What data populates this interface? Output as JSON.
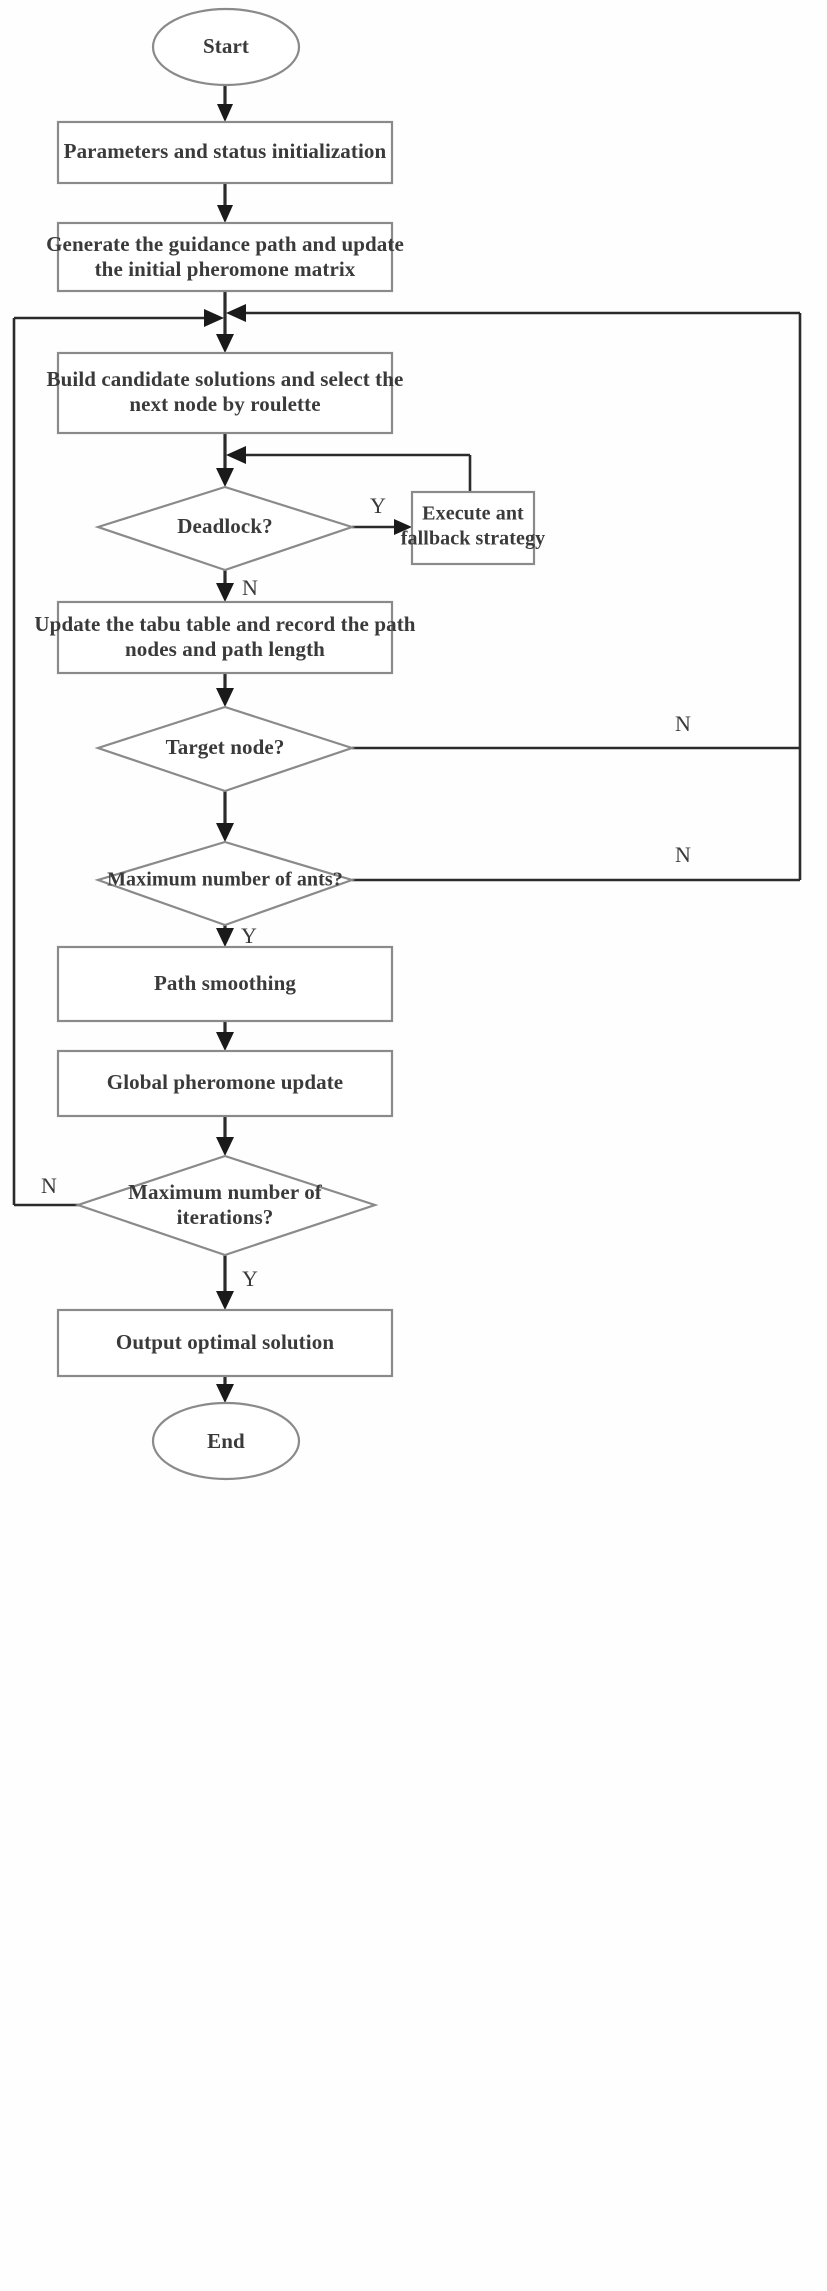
{
  "diagram": {
    "title": "Improved Ant Colony Path Planning Flowchart",
    "type": "flowchart",
    "colors": {
      "shape_stroke": "#8a8a8a",
      "shape_fill": "#ffffff",
      "edge": "#2b2b2b",
      "text": "#3a3a3a",
      "background": "#ffffff"
    },
    "nodes": {
      "start": {
        "label": "Start",
        "shape": "ellipse"
      },
      "init": {
        "label": "Parameters and status initialization",
        "shape": "process"
      },
      "guidance": {
        "line1": "Generate the guidance path and update",
        "line2": "the initial pheromone matrix",
        "shape": "process"
      },
      "build": {
        "line1": "Build candidate solutions and select the",
        "line2": "next node by roulette",
        "shape": "process"
      },
      "deadlock": {
        "label": "Deadlock?",
        "shape": "decision"
      },
      "fallback": {
        "line1": "Execute ant",
        "line2": "fallback strategy",
        "shape": "process"
      },
      "tabu": {
        "line1": "Update the tabu table and record the path",
        "line2": "nodes and path length",
        "shape": "process"
      },
      "target": {
        "label": "Target node?",
        "shape": "decision"
      },
      "max_ants": {
        "label": "Maximum number of ants?",
        "shape": "decision"
      },
      "smoothing": {
        "label": "Path smoothing",
        "shape": "process"
      },
      "global_update": {
        "label": "Global pheromone update",
        "shape": "process"
      },
      "max_iterations": {
        "line1": "Maximum number of",
        "line2": "iterations?",
        "shape": "decision"
      },
      "output": {
        "label": "Output optimal solution",
        "shape": "process"
      },
      "end": {
        "label": "End",
        "shape": "ellipse"
      }
    },
    "edge_labels": {
      "deadlock_yes": "Y",
      "deadlock_no": "N",
      "target_no": "N",
      "max_ants_no": "N",
      "max_ants_yes": "Y",
      "max_iterations_no": "N",
      "max_iterations_yes": "Y"
    }
  }
}
